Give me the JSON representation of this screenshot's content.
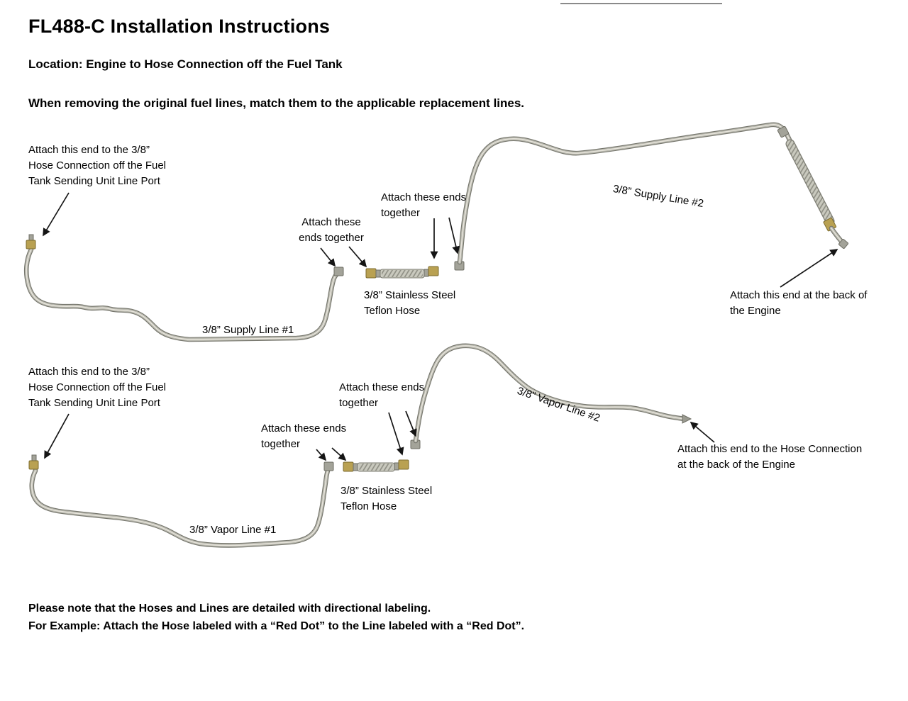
{
  "header": {
    "title": "FL488-C Installation Instructions",
    "location": "Location: Engine to Hose Connection off the Fuel Tank",
    "instruction": "When removing the original fuel lines, match them to the applicable replacement lines."
  },
  "supply": {
    "tank_end_label": "Attach this end to the 3/8”\nHose Connection off the Fuel\nTank Sending Unit Line Port",
    "ends_together_left": "Attach these\nends together",
    "ends_together_right": "Attach these ends\ntogether",
    "hose_label": "3/8” Stainless Steel\nTeflon Hose",
    "line1_label": "3/8” Supply Line #1",
    "line2_label": "3/8” Supply Line #2",
    "engine_end_label": "Attach this end at the back of\nthe Engine"
  },
  "vapor": {
    "tank_end_label": "Attach this end to the 3/8”\nHose Connection off the Fuel\nTank Sending Unit Line Port",
    "ends_together_left": "Attach these ends\ntogether",
    "ends_together_right": "Attach these ends\ntogether",
    "hose_label": "3/8” Stainless Steel\nTeflon Hose",
    "line1_label": "3/8” Vapor Line #1",
    "line2_label": "3/8” Vapor Line #2",
    "engine_end_label": "Attach this end to the Hose Connection\nat the back of the Engine"
  },
  "footer": {
    "note_line1": "Please note that the Hoses and Lines are detailed with directional labeling.",
    "note_line2": "For Example: Attach the Hose labeled with a “Red Dot” to the Line labeled with a “Red Dot”."
  },
  "colors": {
    "tube_gray": "#b7b7ad",
    "brass_fitting": "#b9a152",
    "text": "#000000"
  }
}
